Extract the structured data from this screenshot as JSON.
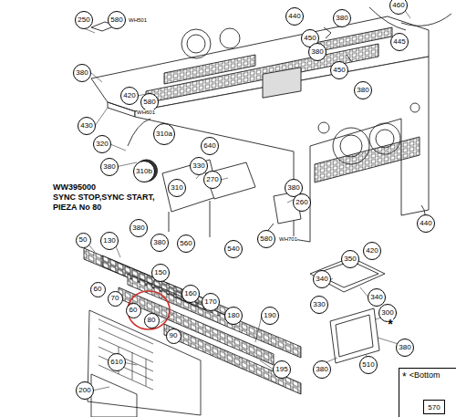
{
  "diagram": {
    "nodes": [
      {
        "text": [
          "460"
        ]
      },
      {
        "text": [
          "250"
        ]
      },
      {
        "text": [
          "580"
        ]
      },
      {
        "text": [
          "440"
        ]
      },
      {
        "text": [
          "380"
        ]
      },
      {
        "text": [
          "450"
        ]
      },
      {
        "text": [
          "445"
        ]
      },
      {
        "text": [
          "380"
        ]
      },
      {
        "text": [
          "450"
        ]
      },
      {
        "text": [
          "380"
        ]
      },
      {
        "text": [
          "380"
        ]
      },
      {
        "text": [
          "420"
        ]
      },
      {
        "text": [
          "580"
        ]
      },
      {
        "text": [
          "430"
        ]
      },
      {
        "text": [
          "310a"
        ]
      },
      {
        "text": [
          "320"
        ]
      },
      {
        "text": [
          "640"
        ]
      },
      {
        "text": [
          "330"
        ]
      },
      {
        "text": [
          "380"
        ]
      },
      {
        "text": [
          "310b"
        ]
      },
      {
        "text": [
          "270"
        ]
      },
      {
        "text": [
          "380"
        ]
      },
      {
        "text": [
          "310"
        ]
      },
      {
        "text": [
          "260"
        ]
      },
      {
        "text": [
          "380"
        ]
      },
      {
        "text": [
          "380"
        ]
      },
      {
        "text": [
          "560"
        ]
      },
      {
        "text": [
          "540"
        ]
      },
      {
        "text": [
          "580"
        ]
      },
      {
        "text": [
          "440"
        ]
      },
      {
        "text": [
          "420"
        ]
      },
      {
        "text": [
          "350"
        ]
      },
      {
        "text": [
          "340"
        ]
      },
      {
        "text": [
          "340"
        ]
      },
      {
        "text": [
          "330"
        ]
      },
      {
        "text": [
          "300"
        ]
      },
      {
        "text": [
          "380"
        ]
      },
      {
        "text": [
          "510"
        ]
      },
      {
        "text": [
          "380"
        ]
      },
      {
        "text": [
          "50"
        ]
      },
      {
        "text": [
          "130"
        ]
      },
      {
        "text": [
          "150"
        ]
      },
      {
        "text": [
          "60"
        ]
      },
      {
        "text": [
          "160"
        ]
      },
      {
        "text": [
          "70"
        ]
      },
      {
        "text": [
          "170"
        ]
      },
      {
        "text": [
          "60"
        ]
      },
      {
        "text": [
          "80"
        ]
      },
      {
        "text": [
          "180"
        ]
      },
      {
        "text": [
          "190"
        ]
      },
      {
        "text": [
          "90"
        ]
      },
      {
        "text": [
          "610"
        ]
      },
      {
        "text": [
          "195"
        ]
      },
      {
        "text": [
          "200"
        ]
      },
      {
        "text": [
          "*",
          "<Bottom"
        ]
      },
      {
        "text": [
          "570"
        ],
        "in": 54
      }
    ],
    "labels": [
      "WW395000",
      "SYNC STOP,SYNC START,",
      "PIEZA No 80",
      "WH501",
      "WH601",
      "WH701",
      "*"
    ]
  }
}
